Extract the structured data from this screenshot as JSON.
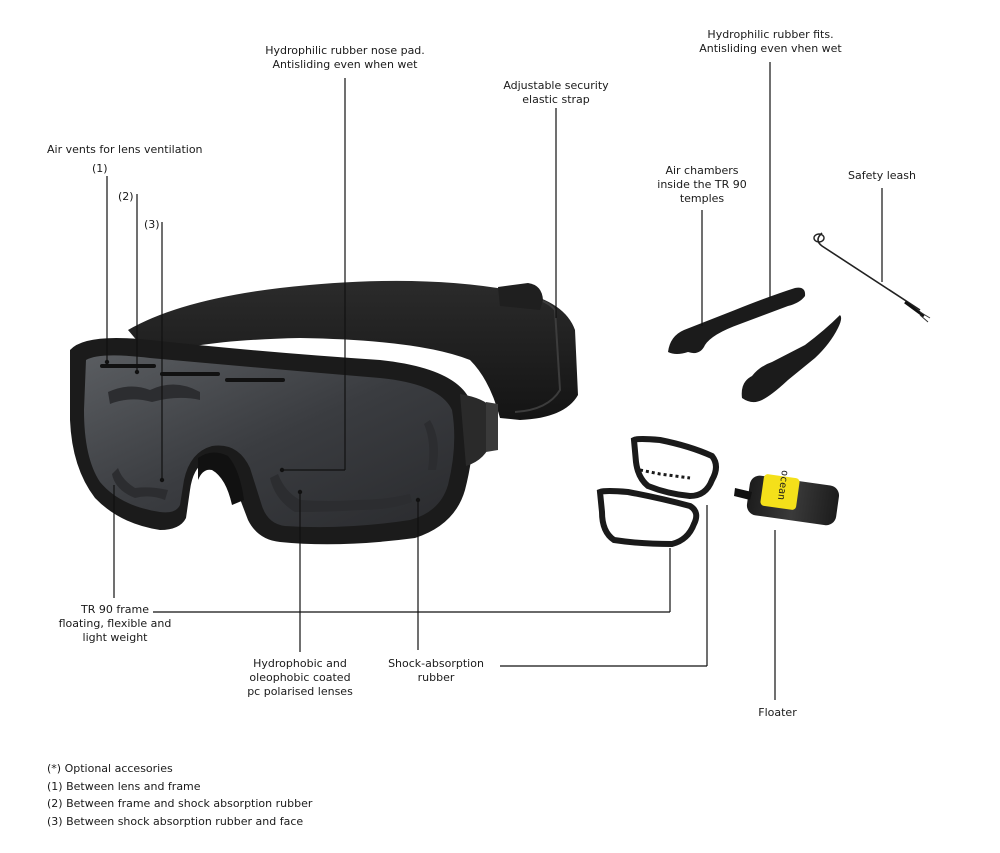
{
  "labels": {
    "nose_pad": [
      "Hydrophilic rubber nose pad.",
      "Antisliding even when wet"
    ],
    "temple_fits": [
      "Hydrophilic rubber fits.",
      "Antisliding even vhen wet"
    ],
    "strap": [
      "Adjustable security",
      "elastic strap"
    ],
    "air_vents": "Air vents for lens ventilation",
    "vent_1": "(1)",
    "vent_2": "(2)",
    "vent_3": "(3)",
    "air_chambers": [
      "Air chambers",
      "inside the TR 90",
      "temples"
    ],
    "safety_leash": "Safety leash",
    "tr90_frame": [
      "TR 90 frame",
      "floating, flexible and",
      "light weight"
    ],
    "lenses": [
      "Hydrophobic and",
      "oleophobic coated",
      "pc polarised lenses"
    ],
    "shock_rubber": [
      "Shock-absorption",
      "rubber"
    ],
    "floater": "Floater",
    "floater_brand": "ocean"
  },
  "notes": [
    "(*) Optional accesories",
    "(1) Between lens and frame",
    "(2) Between frame and shock absorption rubber",
    "(3) Between shock absorption rubber and face"
  ]
}
